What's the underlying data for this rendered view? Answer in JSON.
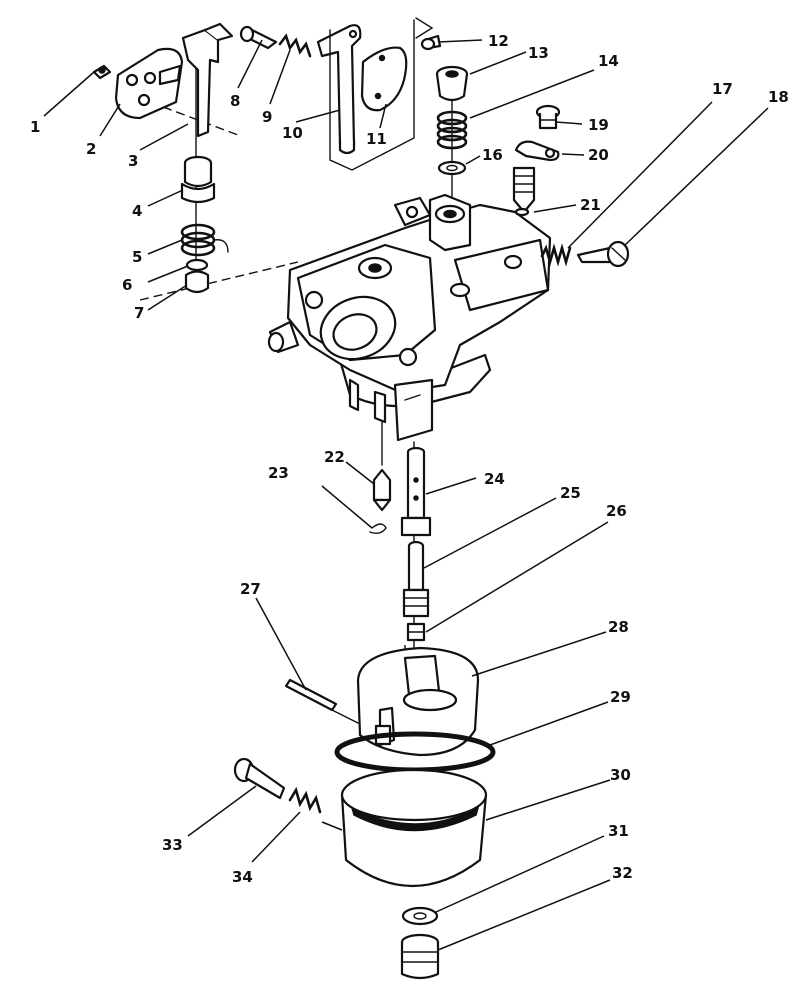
{
  "callouts": [
    {
      "id": "1",
      "label": "1"
    },
    {
      "id": "2",
      "label": "2"
    },
    {
      "id": "3",
      "label": "3"
    },
    {
      "id": "4",
      "label": "4"
    },
    {
      "id": "5",
      "label": "5"
    },
    {
      "id": "6",
      "label": "6"
    },
    {
      "id": "7",
      "label": "7"
    },
    {
      "id": "8",
      "label": "8"
    },
    {
      "id": "9",
      "label": "9"
    },
    {
      "id": "10",
      "label": "10"
    },
    {
      "id": "11",
      "label": "11"
    },
    {
      "id": "12",
      "label": "12"
    },
    {
      "id": "13",
      "label": "13"
    },
    {
      "id": "14",
      "label": "14"
    },
    {
      "id": "16",
      "label": "16"
    },
    {
      "id": "17",
      "label": "17"
    },
    {
      "id": "18",
      "label": "18"
    },
    {
      "id": "19",
      "label": "19"
    },
    {
      "id": "20",
      "label": "20"
    },
    {
      "id": "21",
      "label": "21"
    },
    {
      "id": "22",
      "label": "22"
    },
    {
      "id": "23",
      "label": "23"
    },
    {
      "id": "24",
      "label": "24"
    },
    {
      "id": "25",
      "label": "25"
    },
    {
      "id": "26",
      "label": "26"
    },
    {
      "id": "27",
      "label": "27"
    },
    {
      "id": "28",
      "label": "28"
    },
    {
      "id": "29",
      "label": "29"
    },
    {
      "id": "30",
      "label": "30"
    },
    {
      "id": "31",
      "label": "31"
    },
    {
      "id": "32",
      "label": "32"
    },
    {
      "id": "33",
      "label": "33"
    },
    {
      "id": "34",
      "label": "34"
    }
  ],
  "colors": {
    "ink": "#111111",
    "paper": "#ffffff"
  }
}
